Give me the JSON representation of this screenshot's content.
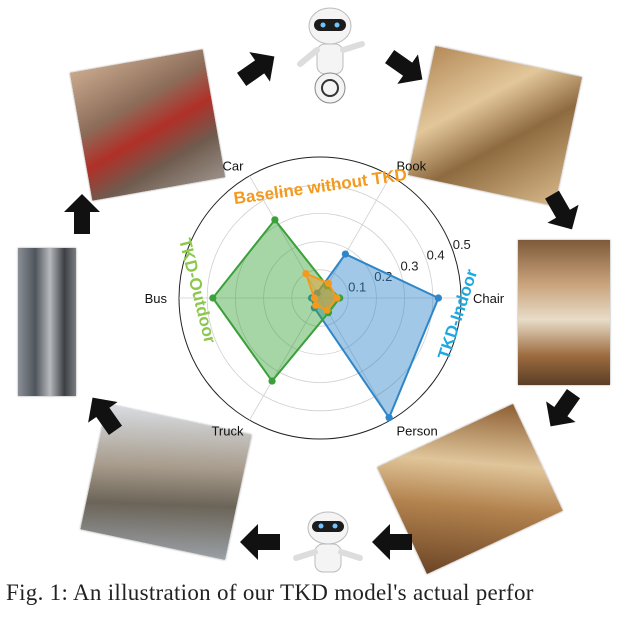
{
  "caption": "Fig. 1: An illustration of our TKD model's actual perfor",
  "chart_data": {
    "type": "radar",
    "axes": [
      "Chair",
      "Book",
      "Car",
      "Bus",
      "Truck",
      "Person"
    ],
    "radial_ticks": [
      "0.1",
      "0.2",
      "0.3",
      "0.4",
      "0.5"
    ],
    "rlim": [
      0,
      0.5
    ],
    "series": [
      {
        "name": "TKD-Indoor",
        "color": "#2e86c8",
        "values": [
          0.42,
          0.18,
          0.02,
          0.03,
          0.04,
          0.49
        ]
      },
      {
        "name": "TKD-Outdoor",
        "color": "#3aa13a",
        "values": [
          0.07,
          0.05,
          0.32,
          0.38,
          0.34,
          0.06
        ]
      },
      {
        "name": "Baseline without TKD",
        "color": "#f39a1e",
        "values": [
          0.06,
          0.06,
          0.1,
          0.02,
          0.03,
          0.05
        ]
      }
    ],
    "series_label_colors": {
      "TKD-Indoor": "#1ea8e0",
      "TKD-Outdoor": "#8cc84b",
      "Baseline without TKD": "#f39a1e"
    }
  }
}
